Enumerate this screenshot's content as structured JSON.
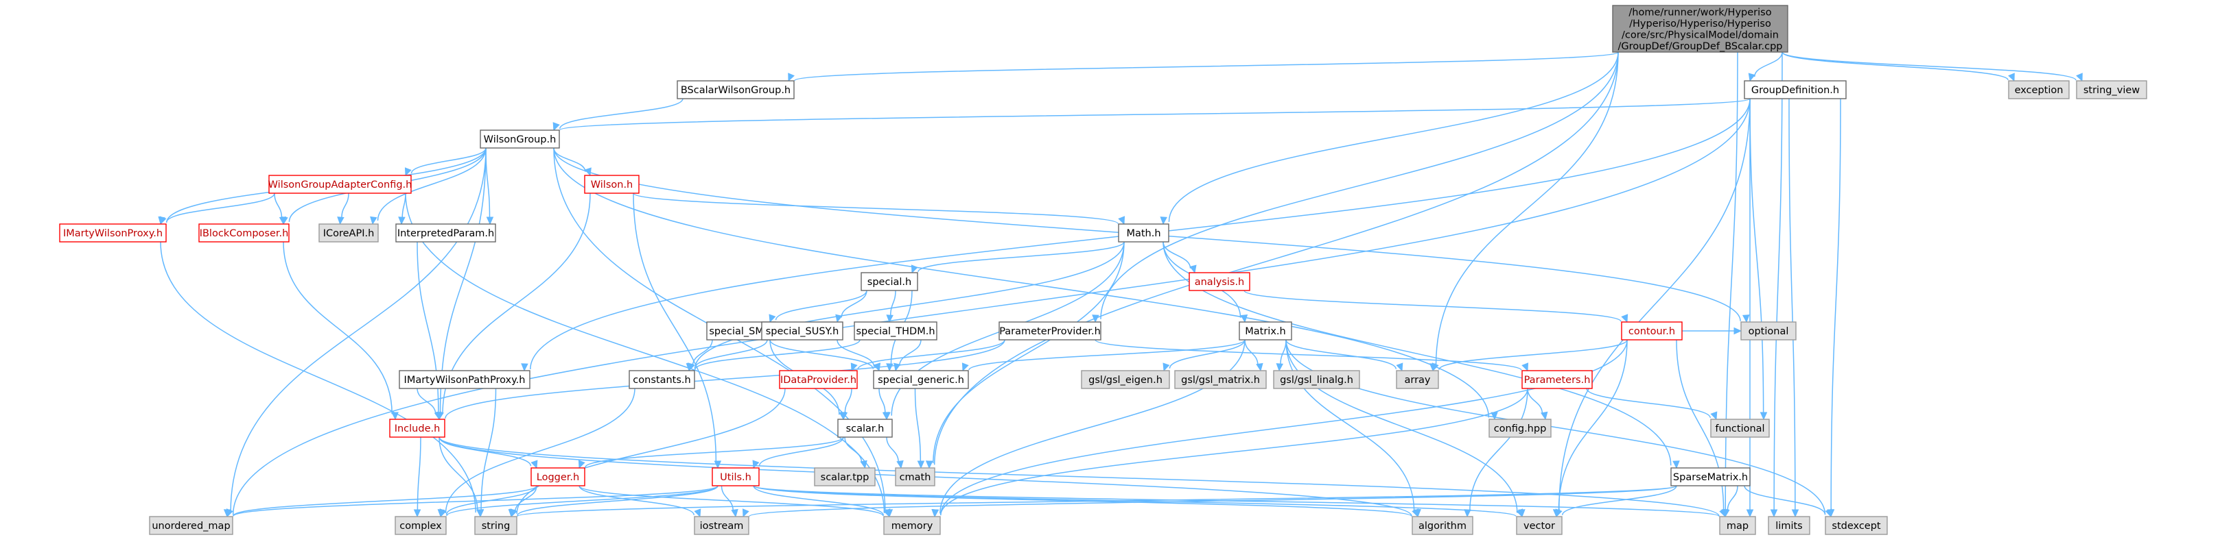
{
  "graph": {
    "root": {
      "label_lines": [
        "/home/runner/work/Hyperiso",
        "/Hyperiso/Hyperiso/Hyperiso",
        "/core/src/PhysicalModel/domain",
        "/GroupDef/GroupDef_BScalar.cpp"
      ]
    },
    "nodes": [
      {
        "id": "BScalarWilsonGroup",
        "label": "BScalarWilsonGroup.h",
        "style": "plain"
      },
      {
        "id": "GroupDefinition",
        "label": "GroupDefinition.h",
        "style": "plain"
      },
      {
        "id": "exception",
        "label": "exception",
        "style": "system"
      },
      {
        "id": "string_view",
        "label": "string_view",
        "style": "system"
      },
      {
        "id": "WilsonGroup",
        "label": "WilsonGroup.h",
        "style": "plain"
      },
      {
        "id": "WilsonGroupAdapterConfig",
        "label": "WilsonGroupAdapterConfig.h",
        "style": "truncated"
      },
      {
        "id": "Wilson",
        "label": "Wilson.h",
        "style": "truncated"
      },
      {
        "id": "IMartyWilsonProxy",
        "label": "IMartyWilsonProxy.h",
        "style": "truncated"
      },
      {
        "id": "IBlockComposer",
        "label": "IBlockComposer.h",
        "style": "truncated"
      },
      {
        "id": "ICoreAPI",
        "label": "ICoreAPI.h",
        "style": "system"
      },
      {
        "id": "InterpretedParam",
        "label": "InterpretedParam.h",
        "style": "plain"
      },
      {
        "id": "Math",
        "label": "Math.h",
        "style": "plain"
      },
      {
        "id": "special",
        "label": "special.h",
        "style": "plain"
      },
      {
        "id": "analysis",
        "label": "analysis.h",
        "style": "truncated"
      },
      {
        "id": "contour",
        "label": "contour.h",
        "style": "truncated"
      },
      {
        "id": "special_SM",
        "label": "special_SM.h",
        "style": "plain"
      },
      {
        "id": "special_SUSY",
        "label": "special_SUSY.h",
        "style": "plain"
      },
      {
        "id": "special_THDM",
        "label": "special_THDM.h",
        "style": "plain"
      },
      {
        "id": "ParameterProvider",
        "label": "ParameterProvider.h",
        "style": "plain"
      },
      {
        "id": "Matrix",
        "label": "Matrix.h",
        "style": "plain"
      },
      {
        "id": "optional",
        "label": "optional",
        "style": "system"
      },
      {
        "id": "IMartyWilsonPathProxy",
        "label": "IMartyWilsonPathProxy.h",
        "style": "plain"
      },
      {
        "id": "constants",
        "label": "constants.h",
        "style": "plain"
      },
      {
        "id": "IDataProvider",
        "label": "IDataProvider.h",
        "style": "truncated"
      },
      {
        "id": "special_generic",
        "label": "special_generic.h",
        "style": "plain"
      },
      {
        "id": "gsl_eigen",
        "label": "gsl/gsl_eigen.h",
        "style": "system"
      },
      {
        "id": "gsl_matrix",
        "label": "gsl/gsl_matrix.h",
        "style": "system"
      },
      {
        "id": "gsl_linalg",
        "label": "gsl/gsl_linalg.h",
        "style": "system"
      },
      {
        "id": "array",
        "label": "array",
        "style": "system"
      },
      {
        "id": "Parameters",
        "label": "Parameters.h",
        "style": "truncated"
      },
      {
        "id": "config",
        "label": "config.hpp",
        "style": "system"
      },
      {
        "id": "functional",
        "label": "functional",
        "style": "system"
      },
      {
        "id": "Include",
        "label": "Include.h",
        "style": "truncated"
      },
      {
        "id": "scalar",
        "label": "scalar.h",
        "style": "plain"
      },
      {
        "id": "Logger",
        "label": "Logger.h",
        "style": "truncated"
      },
      {
        "id": "Utils",
        "label": "Utils.h",
        "style": "truncated"
      },
      {
        "id": "scalar_tpp",
        "label": "scalar.tpp",
        "style": "system"
      },
      {
        "id": "cmath",
        "label": "cmath",
        "style": "system"
      },
      {
        "id": "SparseMatrix",
        "label": "SparseMatrix.h",
        "style": "plain"
      },
      {
        "id": "unordered_map",
        "label": "unordered_map",
        "style": "system"
      },
      {
        "id": "complex",
        "label": "complex",
        "style": "system"
      },
      {
        "id": "string",
        "label": "string",
        "style": "system"
      },
      {
        "id": "iostream",
        "label": "iostream",
        "style": "system"
      },
      {
        "id": "memory",
        "label": "memory",
        "style": "system"
      },
      {
        "id": "algorithm",
        "label": "algorithm",
        "style": "system"
      },
      {
        "id": "vector",
        "label": "vector",
        "style": "system"
      },
      {
        "id": "map",
        "label": "map",
        "style": "system"
      },
      {
        "id": "limits",
        "label": "limits",
        "style": "system"
      },
      {
        "id": "stdexcept",
        "label": "stdexcept",
        "style": "system"
      }
    ],
    "edges": [
      [
        "root",
        "BScalarWilsonGroup"
      ],
      [
        "root",
        "GroupDefinition"
      ],
      [
        "root",
        "exception"
      ],
      [
        "root",
        "string_view"
      ],
      [
        "root",
        "Math"
      ],
      [
        "root",
        "ParameterProvider"
      ],
      [
        "root",
        "array"
      ],
      [
        "root",
        "cmath"
      ],
      [
        "root",
        "limits"
      ],
      [
        "root",
        "map"
      ],
      [
        "BScalarWilsonGroup",
        "WilsonGroup"
      ],
      [
        "GroupDefinition",
        "WilsonGroup"
      ],
      [
        "GroupDefinition",
        "unordered_map"
      ],
      [
        "GroupDefinition",
        "IMartyWilsonPathProxy"
      ],
      [
        "GroupDefinition",
        "functional"
      ],
      [
        "GroupDefinition",
        "vector"
      ],
      [
        "GroupDefinition",
        "map"
      ],
      [
        "GroupDefinition",
        "limits"
      ],
      [
        "GroupDefinition",
        "stdexcept"
      ],
      [
        "WilsonGroup",
        "WilsonGroupAdapterConfig"
      ],
      [
        "WilsonGroup",
        "Wilson"
      ],
      [
        "WilsonGroup",
        "IMartyWilsonProxy"
      ],
      [
        "WilsonGroup",
        "IBlockComposer"
      ],
      [
        "WilsonGroup",
        "ICoreAPI"
      ],
      [
        "WilsonGroup",
        "InterpretedParam"
      ],
      [
        "WilsonGroup",
        "unordered_map"
      ],
      [
        "WilsonGroup",
        "Include"
      ],
      [
        "WilsonGroup",
        "memory"
      ],
      [
        "WilsonGroup",
        "optional"
      ],
      [
        "WilsonGroup",
        "config"
      ],
      [
        "WilsonGroupAdapterConfig",
        "IMartyWilsonProxy"
      ],
      [
        "WilsonGroupAdapterConfig",
        "IBlockComposer"
      ],
      [
        "WilsonGroupAdapterConfig",
        "ICoreAPI"
      ],
      [
        "WilsonGroupAdapterConfig",
        "InterpretedParam"
      ],
      [
        "WilsonGroupAdapterConfig",
        "memory"
      ],
      [
        "Wilson",
        "Math"
      ],
      [
        "Wilson",
        "Include"
      ],
      [
        "Wilson",
        "Utils"
      ],
      [
        "IMartyWilsonProxy",
        "string"
      ],
      [
        "IBlockComposer",
        "Include"
      ],
      [
        "InterpretedParam",
        "Include"
      ],
      [
        "Math",
        "special"
      ],
      [
        "Math",
        "analysis"
      ],
      [
        "Math",
        "Matrix"
      ],
      [
        "Math",
        "constants"
      ],
      [
        "Math",
        "scalar"
      ],
      [
        "Math",
        "cmath"
      ],
      [
        "Math",
        "SparseMatrix"
      ],
      [
        "special",
        "special_SM"
      ],
      [
        "special",
        "special_SUSY"
      ],
      [
        "special",
        "special_THDM"
      ],
      [
        "special",
        "special_generic"
      ],
      [
        "analysis",
        "contour"
      ],
      [
        "contour",
        "array"
      ],
      [
        "contour",
        "optional"
      ],
      [
        "contour",
        "vector"
      ],
      [
        "contour",
        "map"
      ],
      [
        "contour",
        "memory"
      ],
      [
        "special_SM",
        "constants"
      ],
      [
        "special_SM",
        "special_generic"
      ],
      [
        "special_SM",
        "scalar"
      ],
      [
        "special_SUSY",
        "constants"
      ],
      [
        "special_SUSY",
        "special_generic"
      ],
      [
        "special_THDM",
        "constants"
      ],
      [
        "special_THDM",
        "special_generic"
      ],
      [
        "ParameterProvider",
        "IDataProvider"
      ],
      [
        "ParameterProvider",
        "Parameters"
      ],
      [
        "ParameterProvider",
        "Include"
      ],
      [
        "Matrix",
        "special_generic"
      ],
      [
        "Matrix",
        "gsl_eigen"
      ],
      [
        "Matrix",
        "gsl_matrix"
      ],
      [
        "Matrix",
        "gsl_linalg"
      ],
      [
        "Matrix",
        "array"
      ],
      [
        "Matrix",
        "memory"
      ],
      [
        "Matrix",
        "algorithm"
      ],
      [
        "Matrix",
        "vector"
      ],
      [
        "Matrix",
        "stdexcept"
      ],
      [
        "IMartyWilsonPathProxy",
        "Include"
      ],
      [
        "IMartyWilsonPathProxy",
        "string"
      ],
      [
        "constants",
        "complex"
      ],
      [
        "IDataProvider",
        "scalar"
      ],
      [
        "IDataProvider",
        "string"
      ],
      [
        "special_generic",
        "scalar"
      ],
      [
        "special_generic",
        "cmath"
      ],
      [
        "Parameters",
        "config"
      ],
      [
        "Parameters",
        "functional"
      ],
      [
        "Parameters",
        "algorithm"
      ],
      [
        "Parameters",
        "memory"
      ],
      [
        "Include",
        "Logger"
      ],
      [
        "Include",
        "complex"
      ],
      [
        "Include",
        "string"
      ],
      [
        "Include",
        "map"
      ],
      [
        "Include",
        "algorithm"
      ],
      [
        "scalar",
        "scalar_tpp"
      ],
      [
        "scalar",
        "cmath"
      ],
      [
        "scalar",
        "Logger"
      ],
      [
        "scalar",
        "Utils"
      ],
      [
        "Logger",
        "string"
      ],
      [
        "Logger",
        "iostream"
      ],
      [
        "Logger",
        "memory"
      ],
      [
        "Logger",
        "unordered_map"
      ],
      [
        "Logger",
        "complex"
      ],
      [
        "Utils",
        "string"
      ],
      [
        "Utils",
        "complex"
      ],
      [
        "Utils",
        "unordered_map"
      ],
      [
        "Utils",
        "iostream"
      ],
      [
        "Utils",
        "memory"
      ],
      [
        "Utils",
        "algorithm"
      ],
      [
        "Utils",
        "vector"
      ],
      [
        "Utils",
        "map"
      ],
      [
        "SparseMatrix",
        "vector"
      ],
      [
        "SparseMatrix",
        "map"
      ],
      [
        "SparseMatrix",
        "iostream"
      ],
      [
        "SparseMatrix",
        "string"
      ],
      [
        "SparseMatrix",
        "stdexcept"
      ]
    ]
  },
  "colors": {
    "edge": "#63b8ff",
    "root_fill": "#999999",
    "root_stroke": "#666666",
    "plain_stroke": "#666666",
    "system_fill": "#e0e0e0",
    "system_stroke": "#999999",
    "truncated_stroke": "#ff0000",
    "truncated_text": "#bf0000"
  }
}
